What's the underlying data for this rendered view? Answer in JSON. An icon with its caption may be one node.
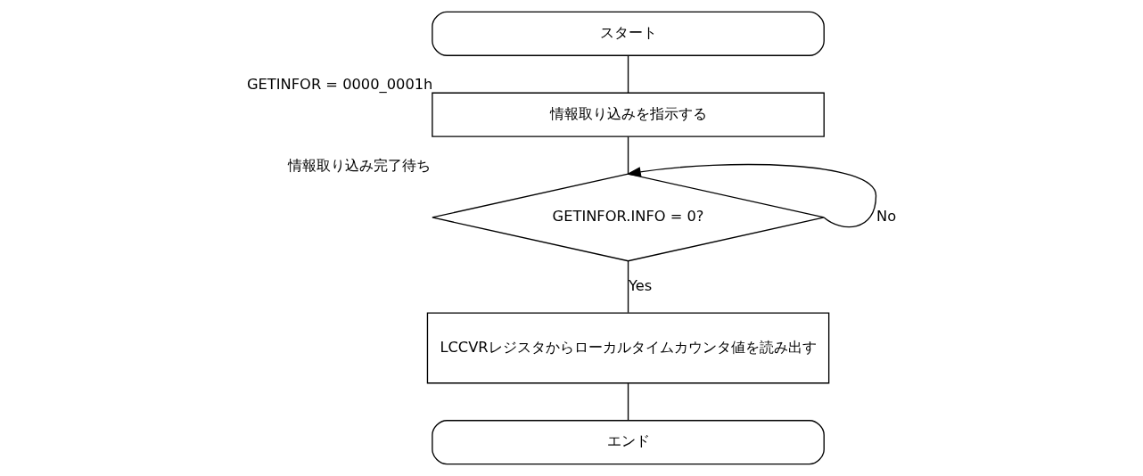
{
  "diagram": {
    "nodes": [
      {
        "text": [
          "スタート"
        ]
      },
      {
        "text": [
          "情報取り込みを指示する"
        ],
        "beside": [
          "GETINFOR = 0000_0001h"
        ]
      },
      {
        "text": [
          "GETINFOR.INFO = 0?"
        ],
        "beside": [
          "情報取り込み完了待ち"
        ]
      },
      {
        "text": [
          "LCCVRレジスタからローカルタイムカウンタ値を読み出す"
        ]
      },
      {
        "text": [
          "エンド"
        ]
      }
    ],
    "edges": [
      {
        "from": 0,
        "to": 1,
        "arrow": "none"
      },
      {
        "from": 1,
        "to": 2,
        "arrow": "none"
      },
      {
        "from": 2,
        "to": 2,
        "label": "No",
        "arrow": "to"
      },
      {
        "from": 2,
        "to": 3,
        "label": "Yes",
        "arrow": "none"
      },
      {
        "from": 3,
        "to": 4,
        "arrow": "none"
      }
    ]
  }
}
